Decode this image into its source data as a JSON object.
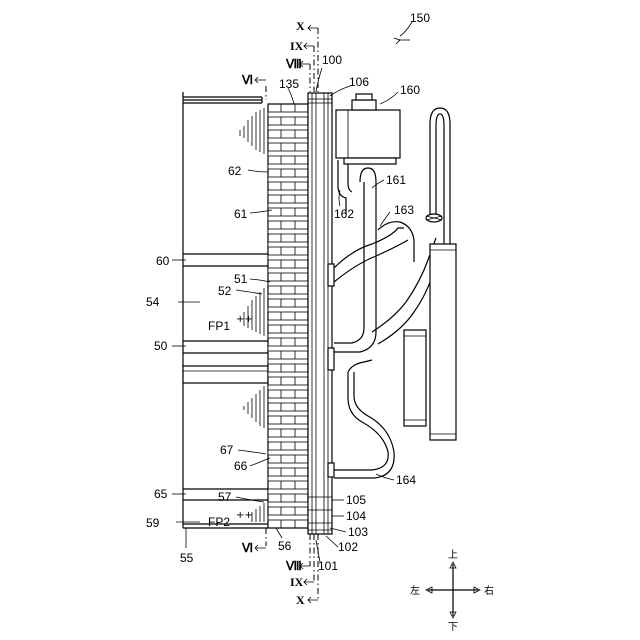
{
  "figure": {
    "labels": {
      "n150": "150",
      "n160": "160",
      "n106": "106",
      "n100": "100",
      "n135": "135",
      "n62": "62",
      "n61": "61",
      "n60": "60",
      "n51": "51",
      "n52": "52",
      "n54": "54",
      "n50": "50",
      "n67": "67",
      "n66": "66",
      "n65": "65",
      "n57": "57",
      "n59": "59",
      "n55": "55",
      "n56": "56",
      "n161": "161",
      "n162": "162",
      "n163": "163",
      "n164": "164",
      "n105": "105",
      "n104": "104",
      "n103": "103",
      "n102": "102",
      "n101": "101",
      "fp1": "FP1",
      "fp2": "FP2"
    },
    "sections": {
      "x": "X",
      "ix": "IX",
      "viii": "Ⅷ",
      "vi": "Ⅵ"
    },
    "directions": {
      "up": "上",
      "down": "下",
      "left": "左",
      "right": "右"
    }
  }
}
